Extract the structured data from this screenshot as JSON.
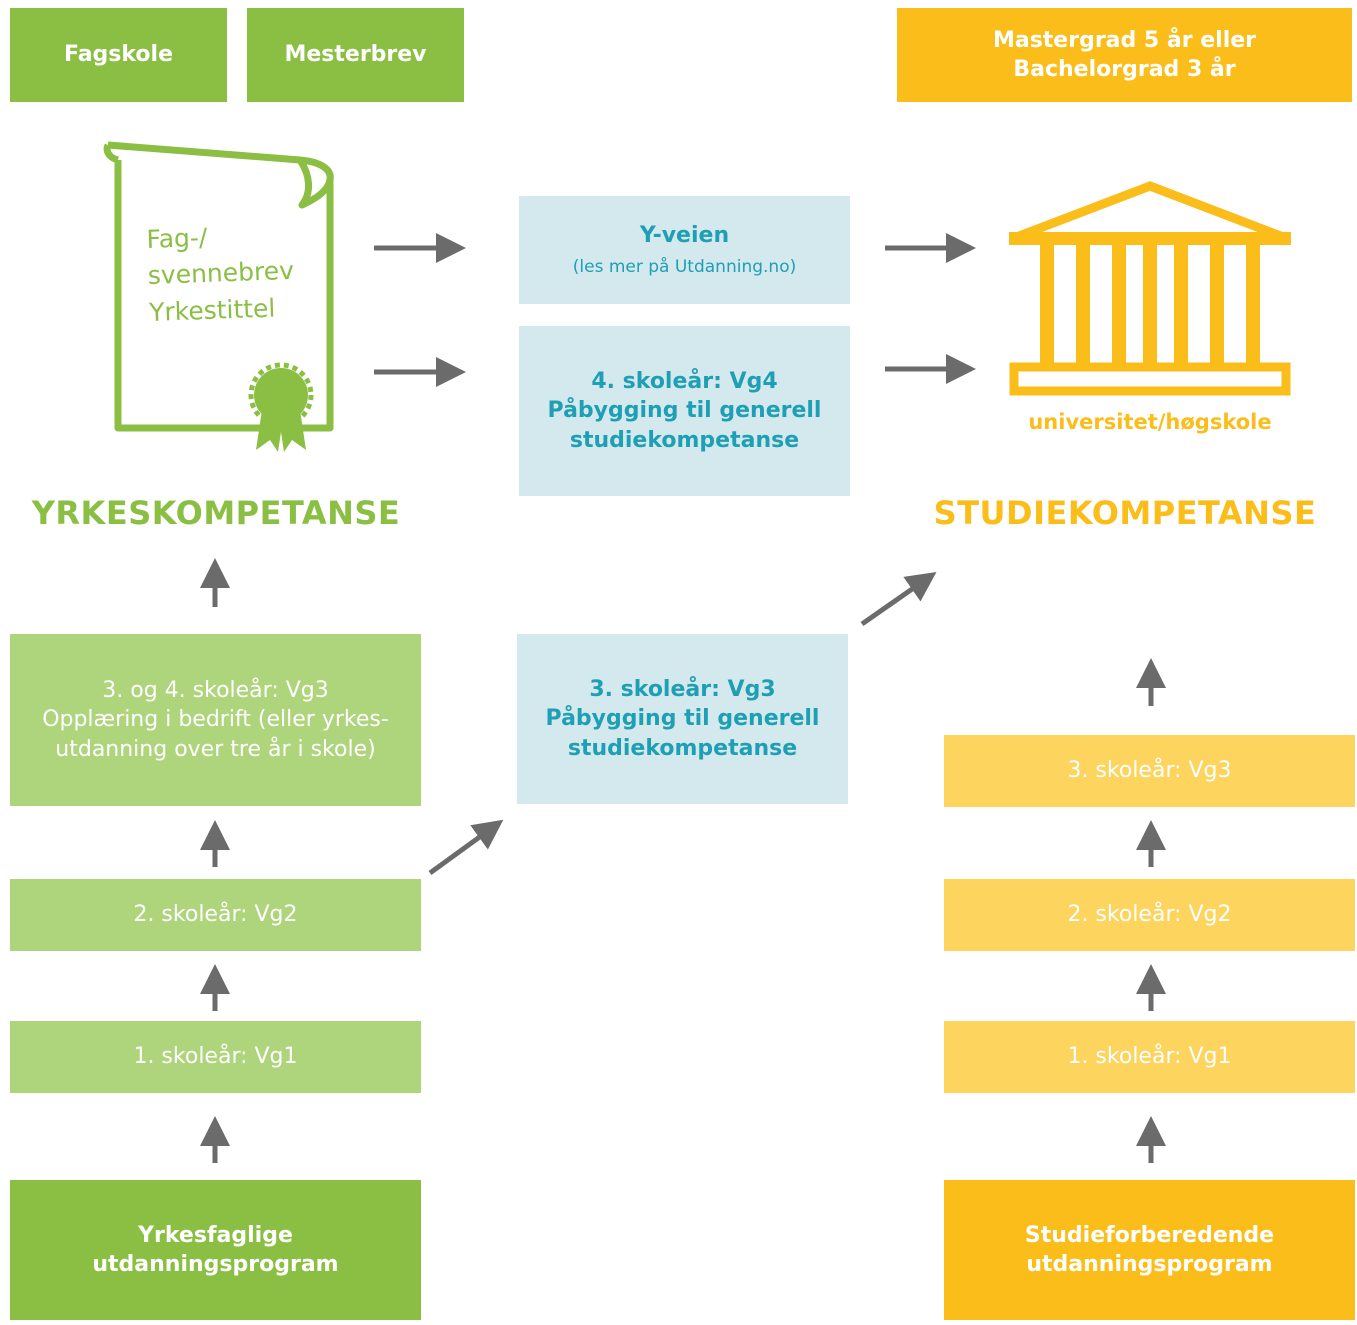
{
  "colors": {
    "green_dark": "#8bbf44",
    "green_light": "#aed57b",
    "yellow_dark": "#fbbd19",
    "yellow_light": "#fdd45e",
    "blue_bg": "#d4e9ee",
    "blue_text": "#1f9fb4",
    "arrow": "#6b6b6b"
  },
  "top": {
    "fagskole": "Fagskole",
    "mesterbrev": "Mesterbrev",
    "mastergrad": [
      "Mastergrad 5 år eller",
      "Bachelorgrad 3 år"
    ]
  },
  "certificate": {
    "icon": "certificate-scroll-icon",
    "lines": [
      "Fag-/",
      "svennebrev",
      "Yrkestittel"
    ]
  },
  "middle": {
    "y_veien": {
      "title": "Y-veien",
      "subtitle": "(les mer på Utdanning.no)"
    },
    "vg4": [
      "4. skoleår: Vg4",
      "Påbygging til generell",
      "studiekompetanse"
    ],
    "vg3": [
      "3. skoleår: Vg3",
      "Påbygging til generell",
      "studiekompetanse"
    ]
  },
  "university": {
    "icon": "university-building-icon",
    "label": "universitet/høgskole"
  },
  "headings": {
    "left": "YRKESKOMPETANSE",
    "right": "STUDIEKOMPETANSE"
  },
  "left_column": {
    "vg3": [
      "3. og 4. skoleår: Vg3",
      "Opplæring i bedrift (eller yrkes-",
      "utdanning over tre år i skole)"
    ],
    "vg2": "2. skoleår: Vg2",
    "vg1": "1. skoleår: Vg1",
    "program": [
      "Yrkesfaglige",
      "utdanningsprogram"
    ]
  },
  "right_column": {
    "vg3": "3. skoleår: Vg3",
    "vg2": "2. skoleår: Vg2",
    "vg1": "1. skoleår: Vg1",
    "program": [
      "Studieforberedende",
      "utdanningsprogram"
    ]
  }
}
